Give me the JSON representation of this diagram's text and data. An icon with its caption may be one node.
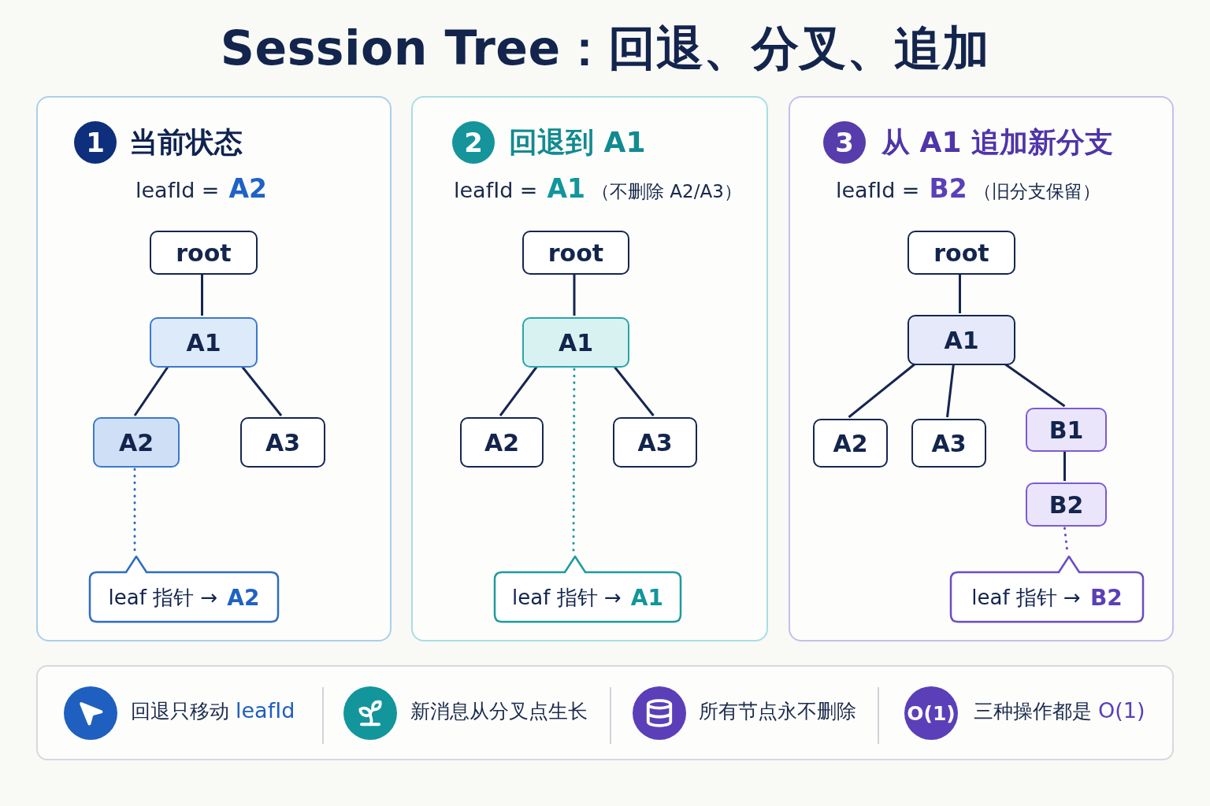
{
  "diagram": {
    "title": "Session Tree：回退、分叉、追加",
    "nodes": [
      {
        "text": [
          "1",
          "当前状态",
          "leafId =",
          "A2"
        ]
      },
      {
        "text": [
          "root"
        ],
        "in": 0
      },
      {
        "text": [
          "A1"
        ],
        "in": 0
      },
      {
        "text": [
          "A2"
        ],
        "in": 0
      },
      {
        "text": [
          "A3"
        ],
        "in": 0
      },
      {
        "text": [
          "leaf 指针 →",
          "A2"
        ],
        "in": 0
      },
      {
        "text": [
          "2",
          "回退到 A1",
          "leafId =",
          "A1",
          "（不删除 A2/A3）"
        ]
      },
      {
        "text": [
          "root"
        ],
        "in": 6
      },
      {
        "text": [
          "A1"
        ],
        "in": 6
      },
      {
        "text": [
          "A2"
        ],
        "in": 6
      },
      {
        "text": [
          "A3"
        ],
        "in": 6
      },
      {
        "text": [
          "leaf 指针 →",
          "A1"
        ],
        "in": 6
      },
      {
        "text": [
          "3",
          "从 A1 追加新分支",
          "leafId =",
          "B2",
          "（旧分支保留）"
        ]
      },
      {
        "text": [
          "root"
        ],
        "in": 12
      },
      {
        "text": [
          "A1"
        ],
        "in": 12
      },
      {
        "text": [
          "A2"
        ],
        "in": 12
      },
      {
        "text": [
          "A3"
        ],
        "in": 12
      },
      {
        "text": [
          "B1"
        ],
        "in": 12
      },
      {
        "text": [
          "B2"
        ],
        "in": 12
      },
      {
        "text": [
          "leaf 指针 →",
          "B2"
        ],
        "in": 12
      }
    ],
    "edges": [
      {
        "from": 1,
        "to": 2,
        "arrow": "none"
      },
      {
        "from": 2,
        "to": 3,
        "arrow": "none"
      },
      {
        "from": 2,
        "to": 4,
        "arrow": "none"
      },
      {
        "from": 3,
        "to": 5,
        "arrow": "none",
        "style": "dashed",
        "color": "#2f6cc4"
      },
      {
        "from": 7,
        "to": 8,
        "arrow": "none"
      },
      {
        "from": 8,
        "to": 9,
        "arrow": "none"
      },
      {
        "from": 8,
        "to": 10,
        "arrow": "none"
      },
      {
        "from": 8,
        "to": 11,
        "arrow": "none",
        "style": "dashed",
        "color": "#1f9aa0"
      },
      {
        "from": 13,
        "to": 14,
        "arrow": "none"
      },
      {
        "from": 14,
        "to": 15,
        "arrow": "none"
      },
      {
        "from": 14,
        "to": 16,
        "arrow": "none"
      },
      {
        "from": 14,
        "to": 17,
        "arrow": "none"
      },
      {
        "from": 17,
        "to": 18,
        "arrow": "none"
      },
      {
        "from": 18,
        "to": 19,
        "arrow": "none",
        "style": "dashed",
        "color": "#6a4cc4"
      }
    ],
    "labels": [
      "回退只移动",
      "leafId",
      "新消息从分叉点生长",
      "所有节点永不删除",
      "O(1)",
      "三种操作都是",
      "O(1)"
    ]
  }
}
